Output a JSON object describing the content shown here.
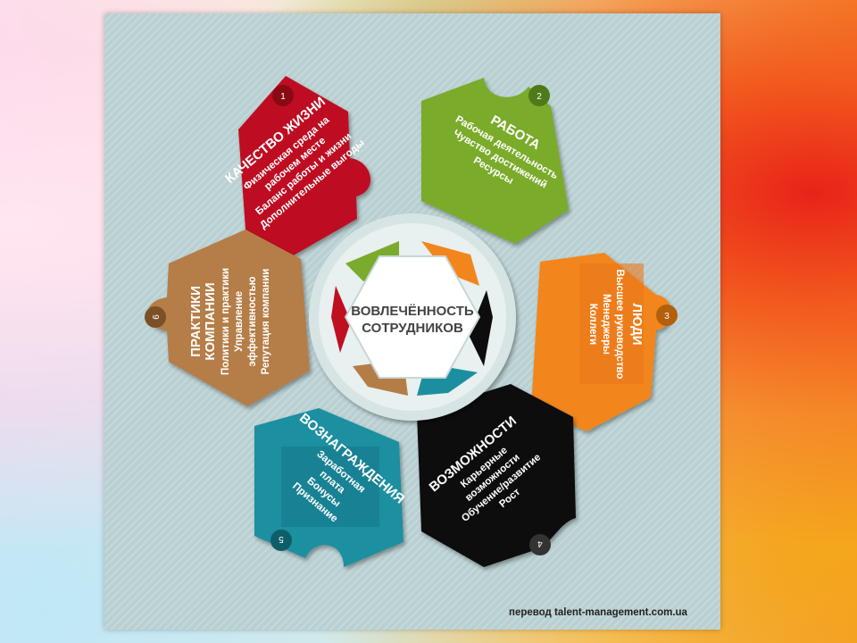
{
  "center": {
    "line1": "ВОВЛЕЧЁННОСТЬ",
    "line2": "СОТРУДНИКОВ"
  },
  "segments": [
    {
      "number": "1",
      "title": "КАЧЕСТВО ЖИЗНИ",
      "items": [
        "Физическая среда на",
        "рабочем месте",
        "Баланс работы и жизни",
        "Дополнительные выгоды"
      ],
      "color": "#be1020"
    },
    {
      "number": "2",
      "title": "РАБОТА",
      "items": [
        "Рабочая деятельность",
        "Чувство достижений",
        "Ресурсы"
      ],
      "color": "#7aab2c"
    },
    {
      "number": "3",
      "title": "ЛЮДИ",
      "items": [
        "Высшее руководство",
        "Менеджеры",
        "Коллеги"
      ],
      "color": "#f2861c"
    },
    {
      "number": "4",
      "title": "ВОЗМОЖНОСТИ",
      "items": [
        "Карьерные",
        "возможности",
        "Обучение/развитие",
        "Рост"
      ],
      "color": "#0d0d0d"
    },
    {
      "number": "5",
      "title": "ВОЗНАГРАЖДЕНИЯ",
      "items": [
        "Заработная",
        "плата",
        "Бонусы",
        "Признание"
      ],
      "color": "#1b8fa0"
    },
    {
      "number": "6",
      "title1": "ПРАКТИКИ",
      "title2": "КОМПАНИИ",
      "items": [
        "Политики и практики",
        "Управление",
        "эффективностью",
        "Репутация компании"
      ],
      "color": "#b57d46"
    }
  ],
  "credit": "перевод talent-management.com.ua"
}
